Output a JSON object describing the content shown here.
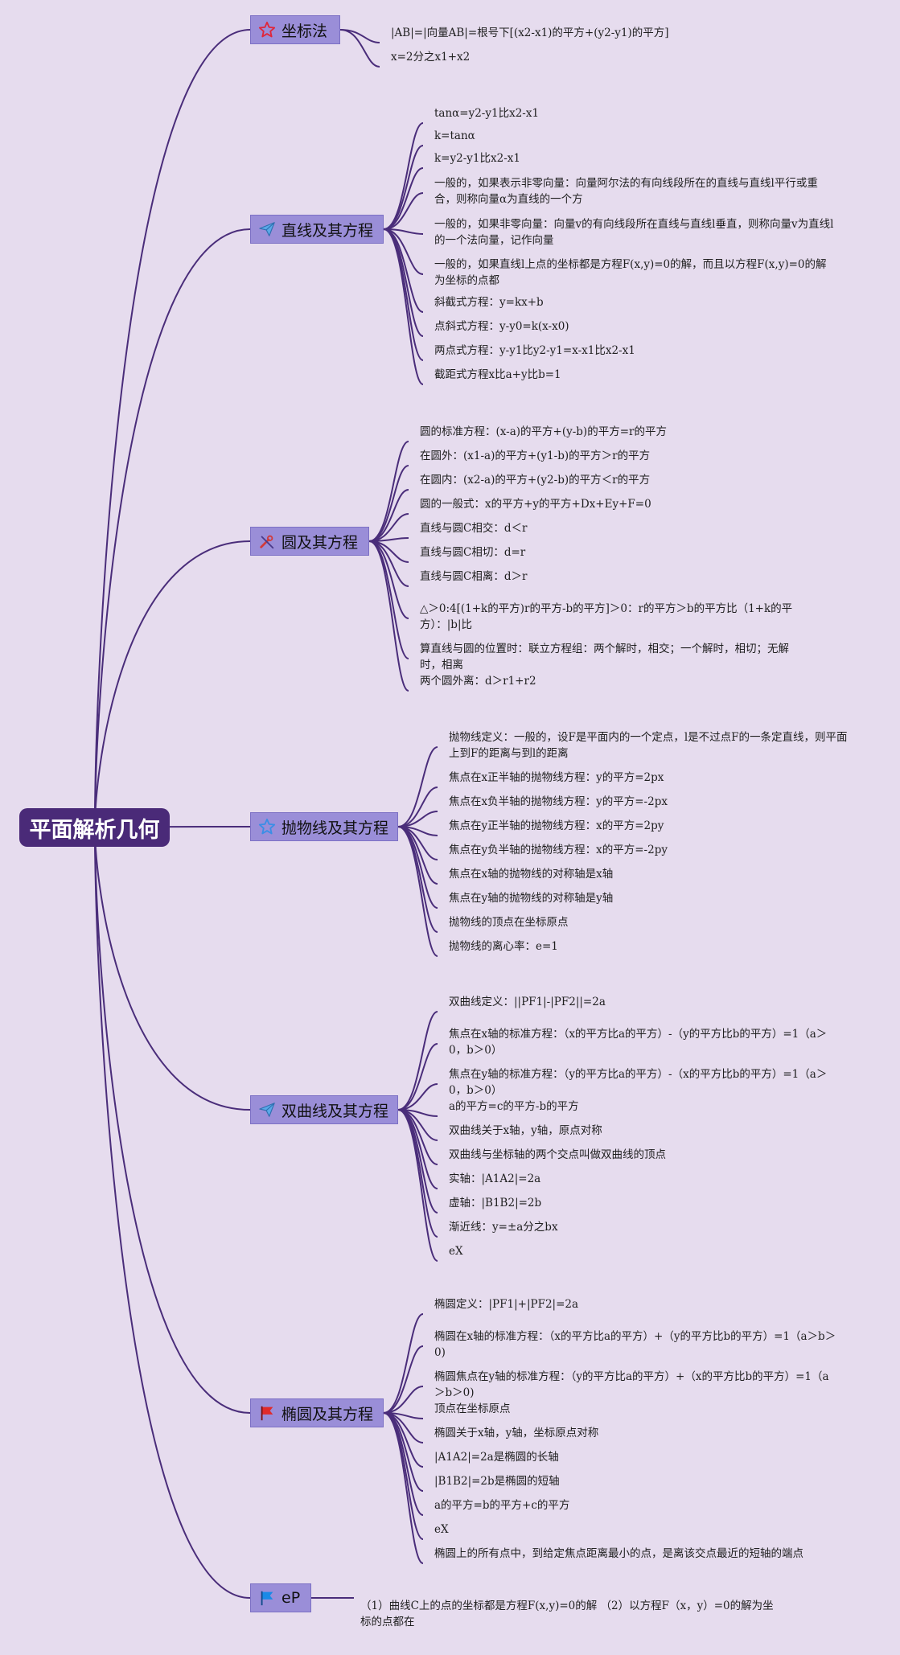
{
  "root": {
    "label": "平面解析几何"
  },
  "branches": [
    {
      "label": "坐标法",
      "icon": "star-outline-icon",
      "leaves": [
        "|AB|=|向量AB|=根号下[(x2-x1)的平方+(y2-y1)的平方]",
        "x=2分之x1+x2"
      ]
    },
    {
      "label": "直线及其方程",
      "icon": "paper-plane-icon",
      "leaves": [
        "tanα=y2-y1比x2-x1",
        "k=tanα",
        "k=y2-y1比x2-x1",
        "一般的，如果表示非零向量：向量阿尔法的有向线段所在的直线与直线l平行或重合，则称向量α为直线的一个方",
        "一般的，如果非零向量：向量v的有向线段所在直线与直线l垂直，则称向量v为直线l的一个法向量，记作向量",
        "一般的，如果直线l上点的坐标都是方程F(x,y)=0的解，而且以方程F(x,y)=0的解为坐标的点都",
        "斜截式方程：y=kx+b",
        "点斜式方程：y-y0=k(x-x0)",
        "两点式方程：y-y1比y2-y1=x-x1比x2-x1",
        "截距式方程x比a+y比b=1"
      ]
    },
    {
      "label": "圆及其方程",
      "icon": "tools-icon",
      "leaves": [
        "圆的标准方程：(x-a)的平方+(y-b)的平方=r的平方",
        "在圆外：(x1-a)的平方+(y1-b)的平方＞r的平方",
        "在圆内：(x2-a)的平方+(y2-b)的平方＜r的平方",
        "圆的一般式：x的平方+y的平方+Dx+Ey+F=0",
        "直线与圆C相交：d＜r",
        "直线与圆C相切：d=r",
        "直线与圆C相离：d＞r",
        "△＞0:4[(1+k的平方)r的平方-b的平方]＞0：r的平方＞b的平方比（1+k的平方）：|b|比",
        "算直线与圆的位置时：联立方程组：两个解时，相交；一个解时，相切；无解时，相离",
        "两个圆外离：d＞r1+r2"
      ]
    },
    {
      "label": "抛物线及其方程",
      "icon": "star-outline-icon",
      "leaves": [
        "抛物线定义：一般的，设F是平面内的一个定点，l是不过点F的一条定直线，则平面上到F的距离与到l的距离",
        "焦点在x正半轴的抛物线方程：y的平方=2px",
        "焦点在x负半轴的抛物线方程：y的平方=-2px",
        "焦点在y正半轴的抛物线方程：x的平方=2py",
        "焦点在y负半轴的抛物线方程：x的平方=-2py",
        "焦点在x轴的抛物线的对称轴是x轴",
        "焦点在y轴的抛物线的对称轴是y轴",
        "抛物线的顶点在坐标原点",
        "抛物线的离心率：e=1"
      ]
    },
    {
      "label": "双曲线及其方程",
      "icon": "paper-plane-icon",
      "leaves": [
        "双曲线定义：||PF1|-|PF2||=2a",
        "焦点在x轴的标准方程：（x的平方比a的平方）-（y的平方比b的平方）=1（a＞0，b＞0）",
        "焦点在y轴的标准方程：（y的平方比a的平方）-（x的平方比b的平方）=1（a＞0，b＞0）",
        "a的平方=c的平方-b的平方",
        "双曲线关于x轴，y轴，原点对称",
        "双曲线与坐标轴的两个交点叫做双曲线的顶点",
        "实轴：|A1A2|=2a",
        "虚轴：|B1B2|=2b",
        "渐近线：y=±a分之bx",
        "eX"
      ]
    },
    {
      "label": "椭圆及其方程",
      "icon": "red-flag-icon",
      "leaves": [
        "椭圆定义：|PF1|+|PF2|=2a",
        "椭圆在x轴的标准方程：（x的平方比a的平方）+（y的平方比b的平方）=1（a＞b＞0)",
        "椭圆焦点在y轴的标准方程：（y的平方比a的平方）+（x的平方比b的平方）=1（a＞b＞0)",
        "顶点在坐标原点",
        "椭圆关于x轴，y轴，坐标原点对称",
        "|A1A2|=2a是椭圆的长轴",
        "|B1B2|=2b是椭圆的短轴",
        "a的平方=b的平方+c的平方",
        "eX",
        "椭圆上的所有点中，到给定焦点距离最小的点，是离该交点最近的短轴的端点"
      ]
    },
    {
      "label": "eP",
      "icon": "blue-flag-icon",
      "leaves": [
        "（1）曲线C上的点的坐标都是方程F(x,y)=0的解 （2）以方程F（x，y）=0的解为坐标的点都在"
      ]
    }
  ],
  "colors": {
    "background": "#e6dcee",
    "root": "#4a2a78",
    "branch": "#9a8ed8",
    "line": "#4a2d7a"
  }
}
